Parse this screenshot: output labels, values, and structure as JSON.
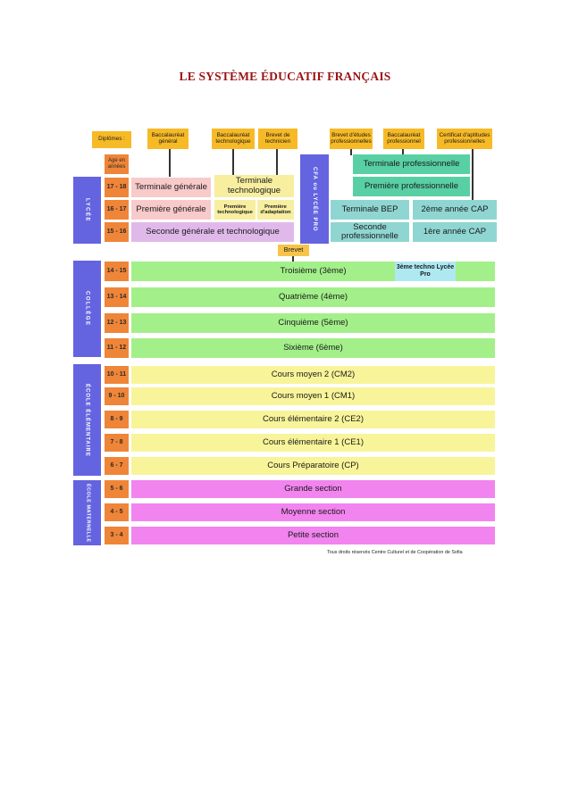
{
  "page": {
    "title": "LE SYSTÈME ÉDUCATIF FRANÇAIS"
  },
  "header": {
    "diplomes": "Diplômes :",
    "age": "Age en années",
    "bac_general": "Baccalauréat général",
    "bac_techno": "Baccalauréat technologique",
    "brevet_technicien": "Brevet de technicien",
    "bep": "Brevet d'études professionnelles",
    "bac_pro": "Baccalauréat professionnel",
    "cap": "Certificat d'aptitudes professionnelles"
  },
  "sections": {
    "lycee": "LYCÉE",
    "college": "COLLÈGE",
    "elementaire": "ÉCOLE ÉLÉMENTAIRE",
    "maternelle": "ÉCOLE MATERNELLE",
    "cfa": "CFA ou LYCÉE PRO"
  },
  "ages": {
    "a17_18": "17 - 18",
    "a16_17": "16 - 17",
    "a15_16": "15 - 16",
    "a14_15": "14 - 15",
    "a13_14": "13 - 14",
    "a12_13": "12 - 13",
    "a11_12": "11 - 12",
    "a10_11": "10 - 11",
    "a9_10": "9 - 10",
    "a8_9": "8 - 9",
    "a7_8": "7 - 8",
    "a6_7": "6 - 7",
    "a5_6": "5 - 6",
    "a4_5": "4 - 5",
    "a3_4": "3 - 4"
  },
  "lycee": {
    "terminale_generale": "Terminale générale",
    "terminale_techno": "Terminale technologique",
    "premiere_generale": "Première générale",
    "premiere_techno": "Première technologique",
    "premiere_adaptation": "Première d'adaptation",
    "seconde": "Seconde générale et technologique"
  },
  "pro": {
    "terminale_pro": "Terminale professionnelle",
    "premiere_pro": "Première professionnelle",
    "terminale_bep": "Terminale BEP",
    "cap2": "2ème année CAP",
    "seconde_pro": "Seconde professionnelle",
    "cap1": "1ère année CAP"
  },
  "brevet": "Brevet",
  "college": {
    "troisieme": "Troisième (3ème)",
    "troisieme_techno": "3ème techno Lycée Pro",
    "quatrieme": "Quatrième (4ème)",
    "cinquieme": "Cinquième (5ème)",
    "sixieme": "Sixième (6ème)"
  },
  "elementaire": {
    "cm2": "Cours moyen 2 (CM2)",
    "cm1": "Cours moyen 1 (CM1)",
    "ce2": "Cours élémentaire 2 (CE2)",
    "ce1": "Cours élémentaire 1 (CE1)",
    "cp": "Cours Préparatoire (CP)"
  },
  "maternelle": {
    "grande": "Grande section",
    "moyenne": "Moyenne section",
    "petite": "Petite section"
  },
  "credit": "Tous droits réservés Centre Culturel et de Coopération de Sofia"
}
